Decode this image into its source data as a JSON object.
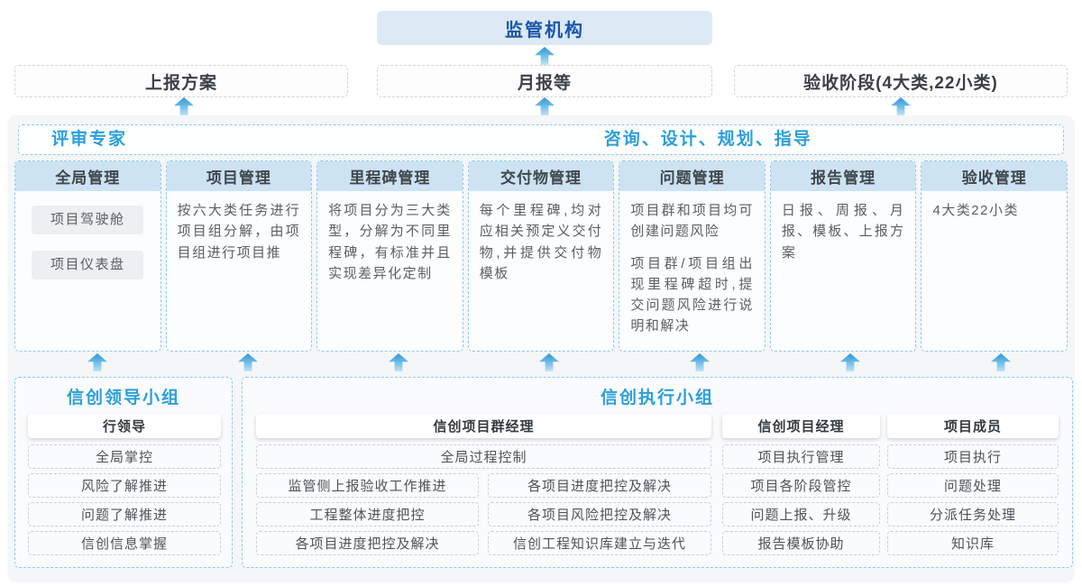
{
  "colors": {
    "accent_blue": "#2b9fd9",
    "dark_blue": "#1b56a9",
    "module_header_bg": "#cde3f2",
    "regulator_bg": "#dde9f5",
    "arrow_blue": "#2e96d8",
    "container_bg": "#f4f6f8"
  },
  "top": {
    "regulator": "监管机构"
  },
  "reports_row": [
    {
      "label": "上报方案"
    },
    {
      "label": "月报等"
    },
    {
      "label": "验收阶段(4大类,22小类)"
    }
  ],
  "platform": {
    "left_role": "评审专家",
    "right_role": "咨询、设计、规划、指导",
    "modules": [
      {
        "title": "全局管理",
        "pills": {
          "0": "项目驾驶舱",
          "1": "项目仪表盘"
        }
      },
      {
        "title": "项目管理",
        "desc": "按六大类任务进行项目组分解，由项目组进行项目推"
      },
      {
        "title": "里程碑管理",
        "desc": "将项目分为三大类型，分解为不同里程碑，有标准并且实现差异化定制"
      },
      {
        "title": "交付物管理",
        "desc": "每个里程碑,均对应相关预定义交付物,并提供交付物模板"
      },
      {
        "title": "问题管理",
        "desc": "项目群和项目均可创建问题风险",
        "desc2": "项目群/项目组出现里程碑超时,提交问题风险进行说明和解决"
      },
      {
        "title": "报告管理",
        "desc": "日报、周报、月报、模板、上报方案"
      },
      {
        "title": "验收管理",
        "desc": "4大类22小类"
      }
    ]
  },
  "groups": {
    "leadership": {
      "title": "信创领导小组",
      "role": "行领导",
      "items": {
        "0": "全局掌控",
        "1": "风险了解推进",
        "2": "问题了解推进",
        "3": "信创信息掌握"
      }
    },
    "execution": {
      "title": "信创执行小组",
      "program_manager": {
        "role": "信创项目群经理",
        "full_item": "全局过程控制",
        "left_items": {
          "0": "监管侧上报验收工作推进",
          "1": "工程整体进度把控",
          "2": "各项目进度把控及解决"
        },
        "right_items": {
          "0": "各项目进度把控及解决",
          "1": "各项目风险把控及解决",
          "2": "信创工程知识库建立与迭代"
        }
      },
      "project_manager": {
        "role": "信创项目经理",
        "items": {
          "0": "项目执行管理",
          "1": "项目各阶段管控",
          "2": "问题上报、升级",
          "3": "报告模板协助"
        }
      },
      "member": {
        "role": "项目成员",
        "items": {
          "0": "项目执行",
          "1": "问题处理",
          "2": "分派任务处理",
          "3": "知识库"
        }
      }
    }
  }
}
